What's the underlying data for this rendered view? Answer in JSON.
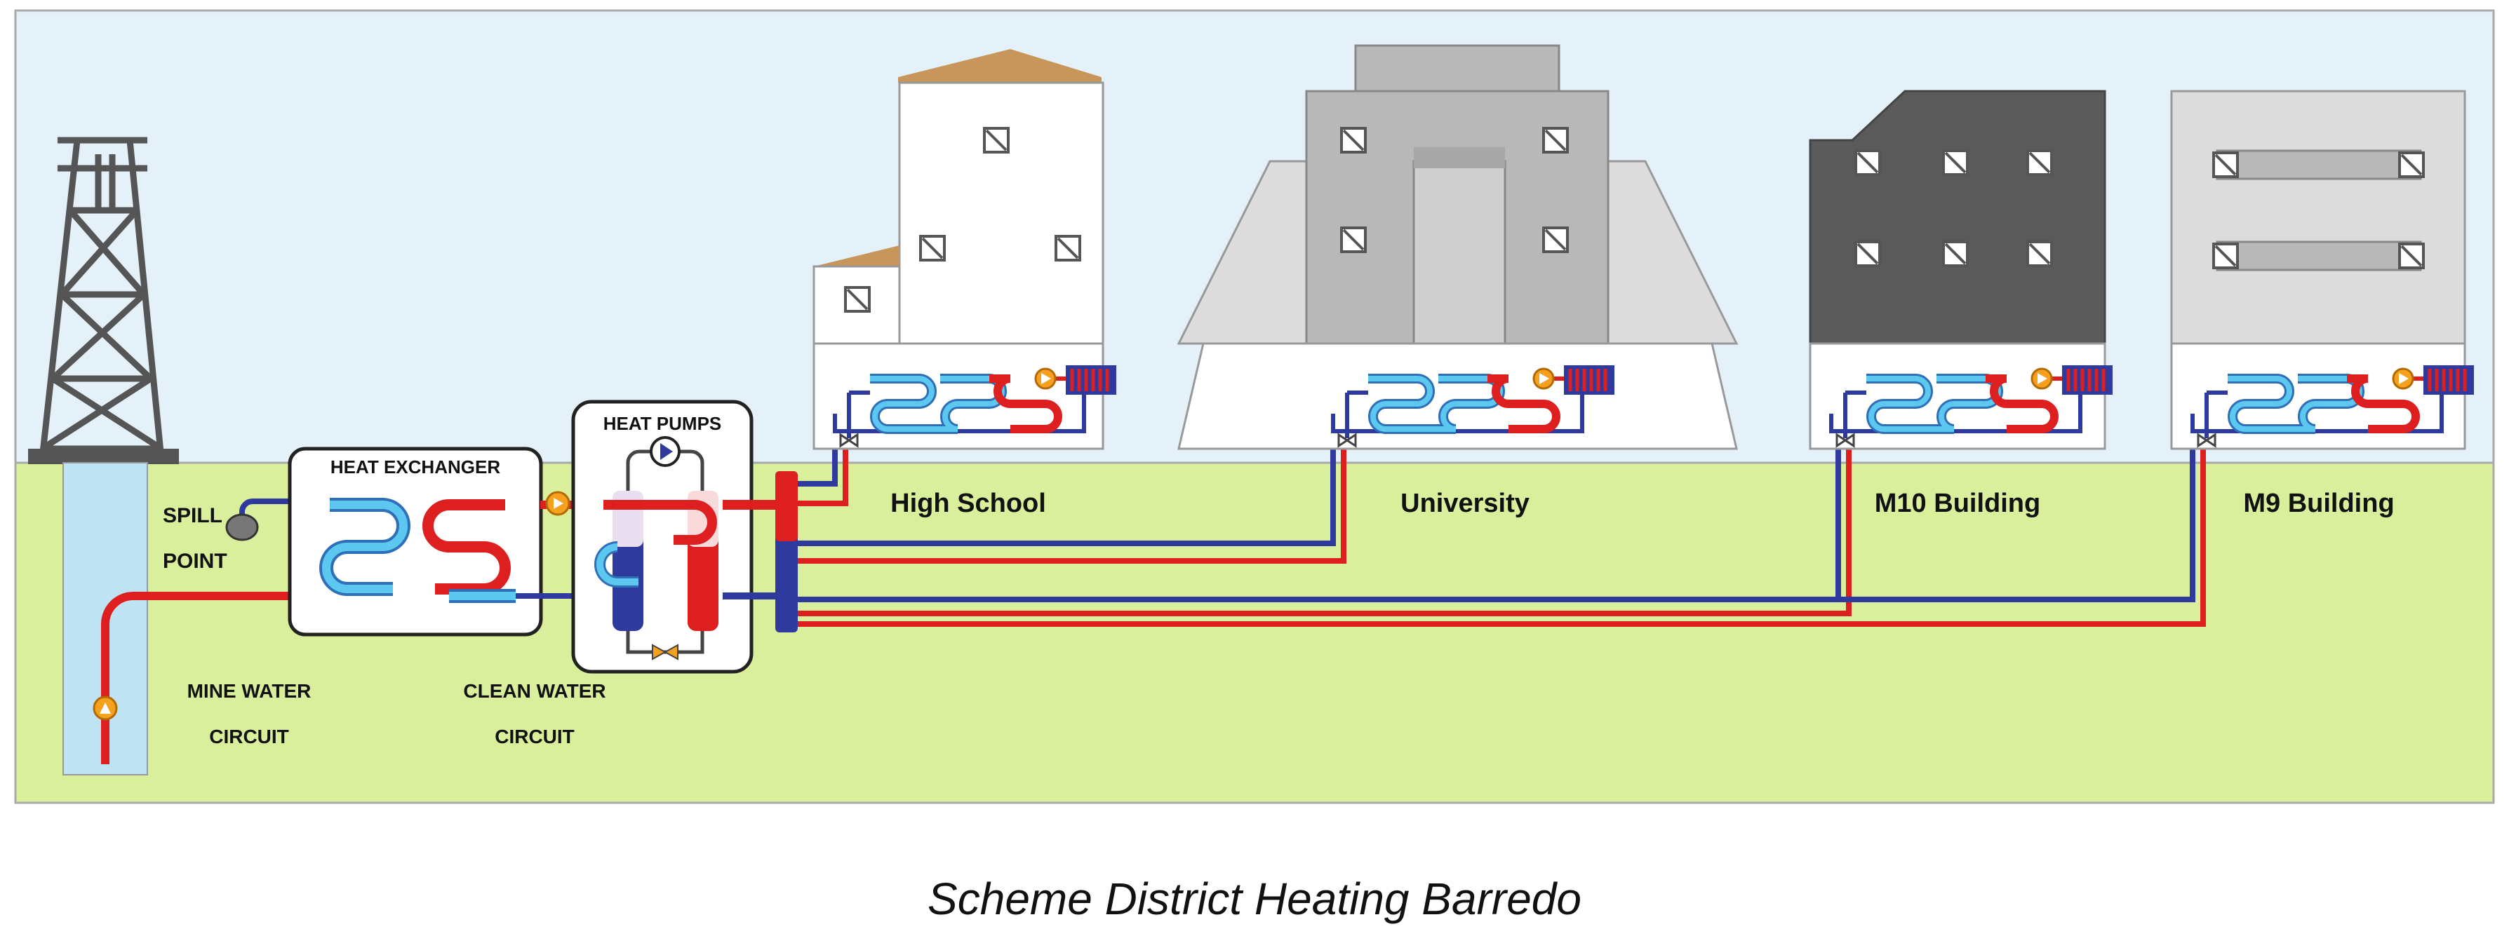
{
  "labels": {
    "spill": "SPILL",
    "point": "POINT",
    "heat_exchanger": "HEAT EXCHANGER",
    "heat_pumps": "HEAT PUMPS",
    "mine_water_1": "MINE WATER",
    "mine_water_2": "CIRCUIT",
    "clean_water_1": "CLEAN WATER",
    "clean_water_2": "CIRCUIT"
  },
  "buildings": [
    {
      "name": "High School"
    },
    {
      "name": "University"
    },
    {
      "name": "M10 Building"
    },
    {
      "name": "M9 Building"
    }
  ],
  "caption": "Scheme District Heating Barredo",
  "colors": {
    "sky": "#e4f1f9",
    "ground": "#d9ef9b",
    "hot_pipe": "#dd1f1f",
    "cold_pipe": "#2e3a9e",
    "light_pipe": "#35b3e6",
    "pump": "#f6a11e"
  }
}
